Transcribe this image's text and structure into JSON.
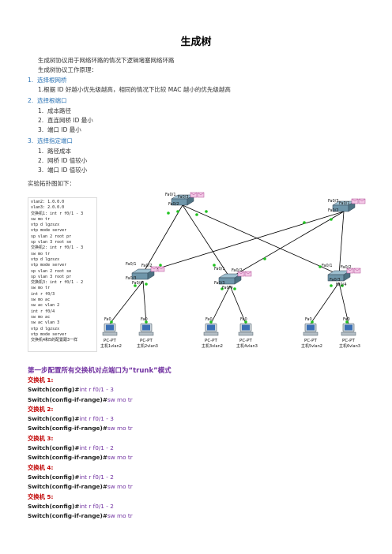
{
  "title": "生成树",
  "intro": [
    "生成树协议用于网络环路的情况下逻辑堵塞网络环路",
    "生成树协议工作原理："
  ],
  "sections": [
    {
      "num": "1.",
      "heading": "选择根网桥",
      "lines": [
        "1.根据 ID 好越小优先级越高，相同的情况下比较 MAC 越小的优先级越高"
      ]
    },
    {
      "num": "2.",
      "heading": "选择根端口",
      "items": [
        {
          "num": "1.",
          "text": "成本路径"
        },
        {
          "num": "2.",
          "text": "直连网桥 ID 最小"
        },
        {
          "num": "3.",
          "text": "端口 ID 最小"
        }
      ]
    },
    {
      "num": "3.",
      "heading": "选择指定端口",
      "items": [
        {
          "num": "1.",
          "text": "路径成本"
        },
        {
          "num": "2.",
          "text": "网桥 ID 值较小"
        },
        {
          "num": "3.",
          "text": "端口 ID 值较小"
        }
      ]
    }
  ],
  "caption": "实验拓扑图如下：",
  "config_lines": [
    "vlan2: 1.0.0.0",
    "vlan3: 2.0.0.0",
    "交换机1: int r f0/1 - 3",
    "sw mo tr",
    "vtp d lgzszx",
    "vtp mode server",
    "sp vlan 2 root pr",
    "sp vlan 3 root se",
    "交换机2: int r f0/1 - 3",
    "sw mo tr",
    "vtp d lgzszx",
    "vtp mode server",
    "sp vlan 2 root se",
    "sp vlan 3 root pr",
    "交换机3: int r f0/1 - 2",
    "sw mo tr",
    "int r f0/3",
    "sw mo ac",
    "sw ac vlan 2",
    "int r f0/4",
    "sw mo ac",
    "sw ac vlan 3",
    "vtp d lgzszx",
    "vtp mode server",
    "交换机4和5的配置跟3一样"
  ],
  "topology": {
    "switch_ports": [
      [
        "Fa0/1",
        "Fa0/3",
        "Fa0/2"
      ],
      [
        "Fa0/3",
        "Fa0/1",
        "Fa0/2"
      ],
      [
        "Fa0/1",
        "Fa0/2",
        "Fa0/3",
        "Fa0/4"
      ],
      [
        "Fa0/1",
        "Fa0/2",
        "Fa0/3",
        "Fa0/4"
      ],
      [
        "Fa0/1",
        "Fa0/2",
        "Fa0/3",
        "Fa0/4"
      ]
    ],
    "pc_port": "Fa0",
    "pc_type": "PC-PT",
    "pc_names": [
      "主机1vlan2",
      "主机2vlan3",
      "主机3vlan2",
      "主机4vlan3",
      "主机5vlan2",
      "主机6vlan3"
    ]
  },
  "step1": "第一步配置所有交换机对点端口为“trunk”模式",
  "switch_configs": [
    {
      "label": "交换机 1:",
      "range": "int r f0/1 - 3"
    },
    {
      "label": "交换机 2:",
      "range": "int r f0/1 - 3"
    },
    {
      "label": "交换机 3:",
      "range": "int r f0/1 - 2"
    },
    {
      "label": "交换机 4:",
      "range": "int r f0/1 - 2"
    },
    {
      "label": "交换机 5:",
      "range": "int r f0/1 - 2"
    }
  ],
  "prompt_config": "Switch(config)#",
  "prompt_range": "Switch(config-if-range)#",
  "trunk_cmd": "sw mo tr",
  "colors": {
    "heading": "#2e75b6",
    "step": "#7030a0",
    "switch_label": "#c00000",
    "command": "#7030a0"
  }
}
